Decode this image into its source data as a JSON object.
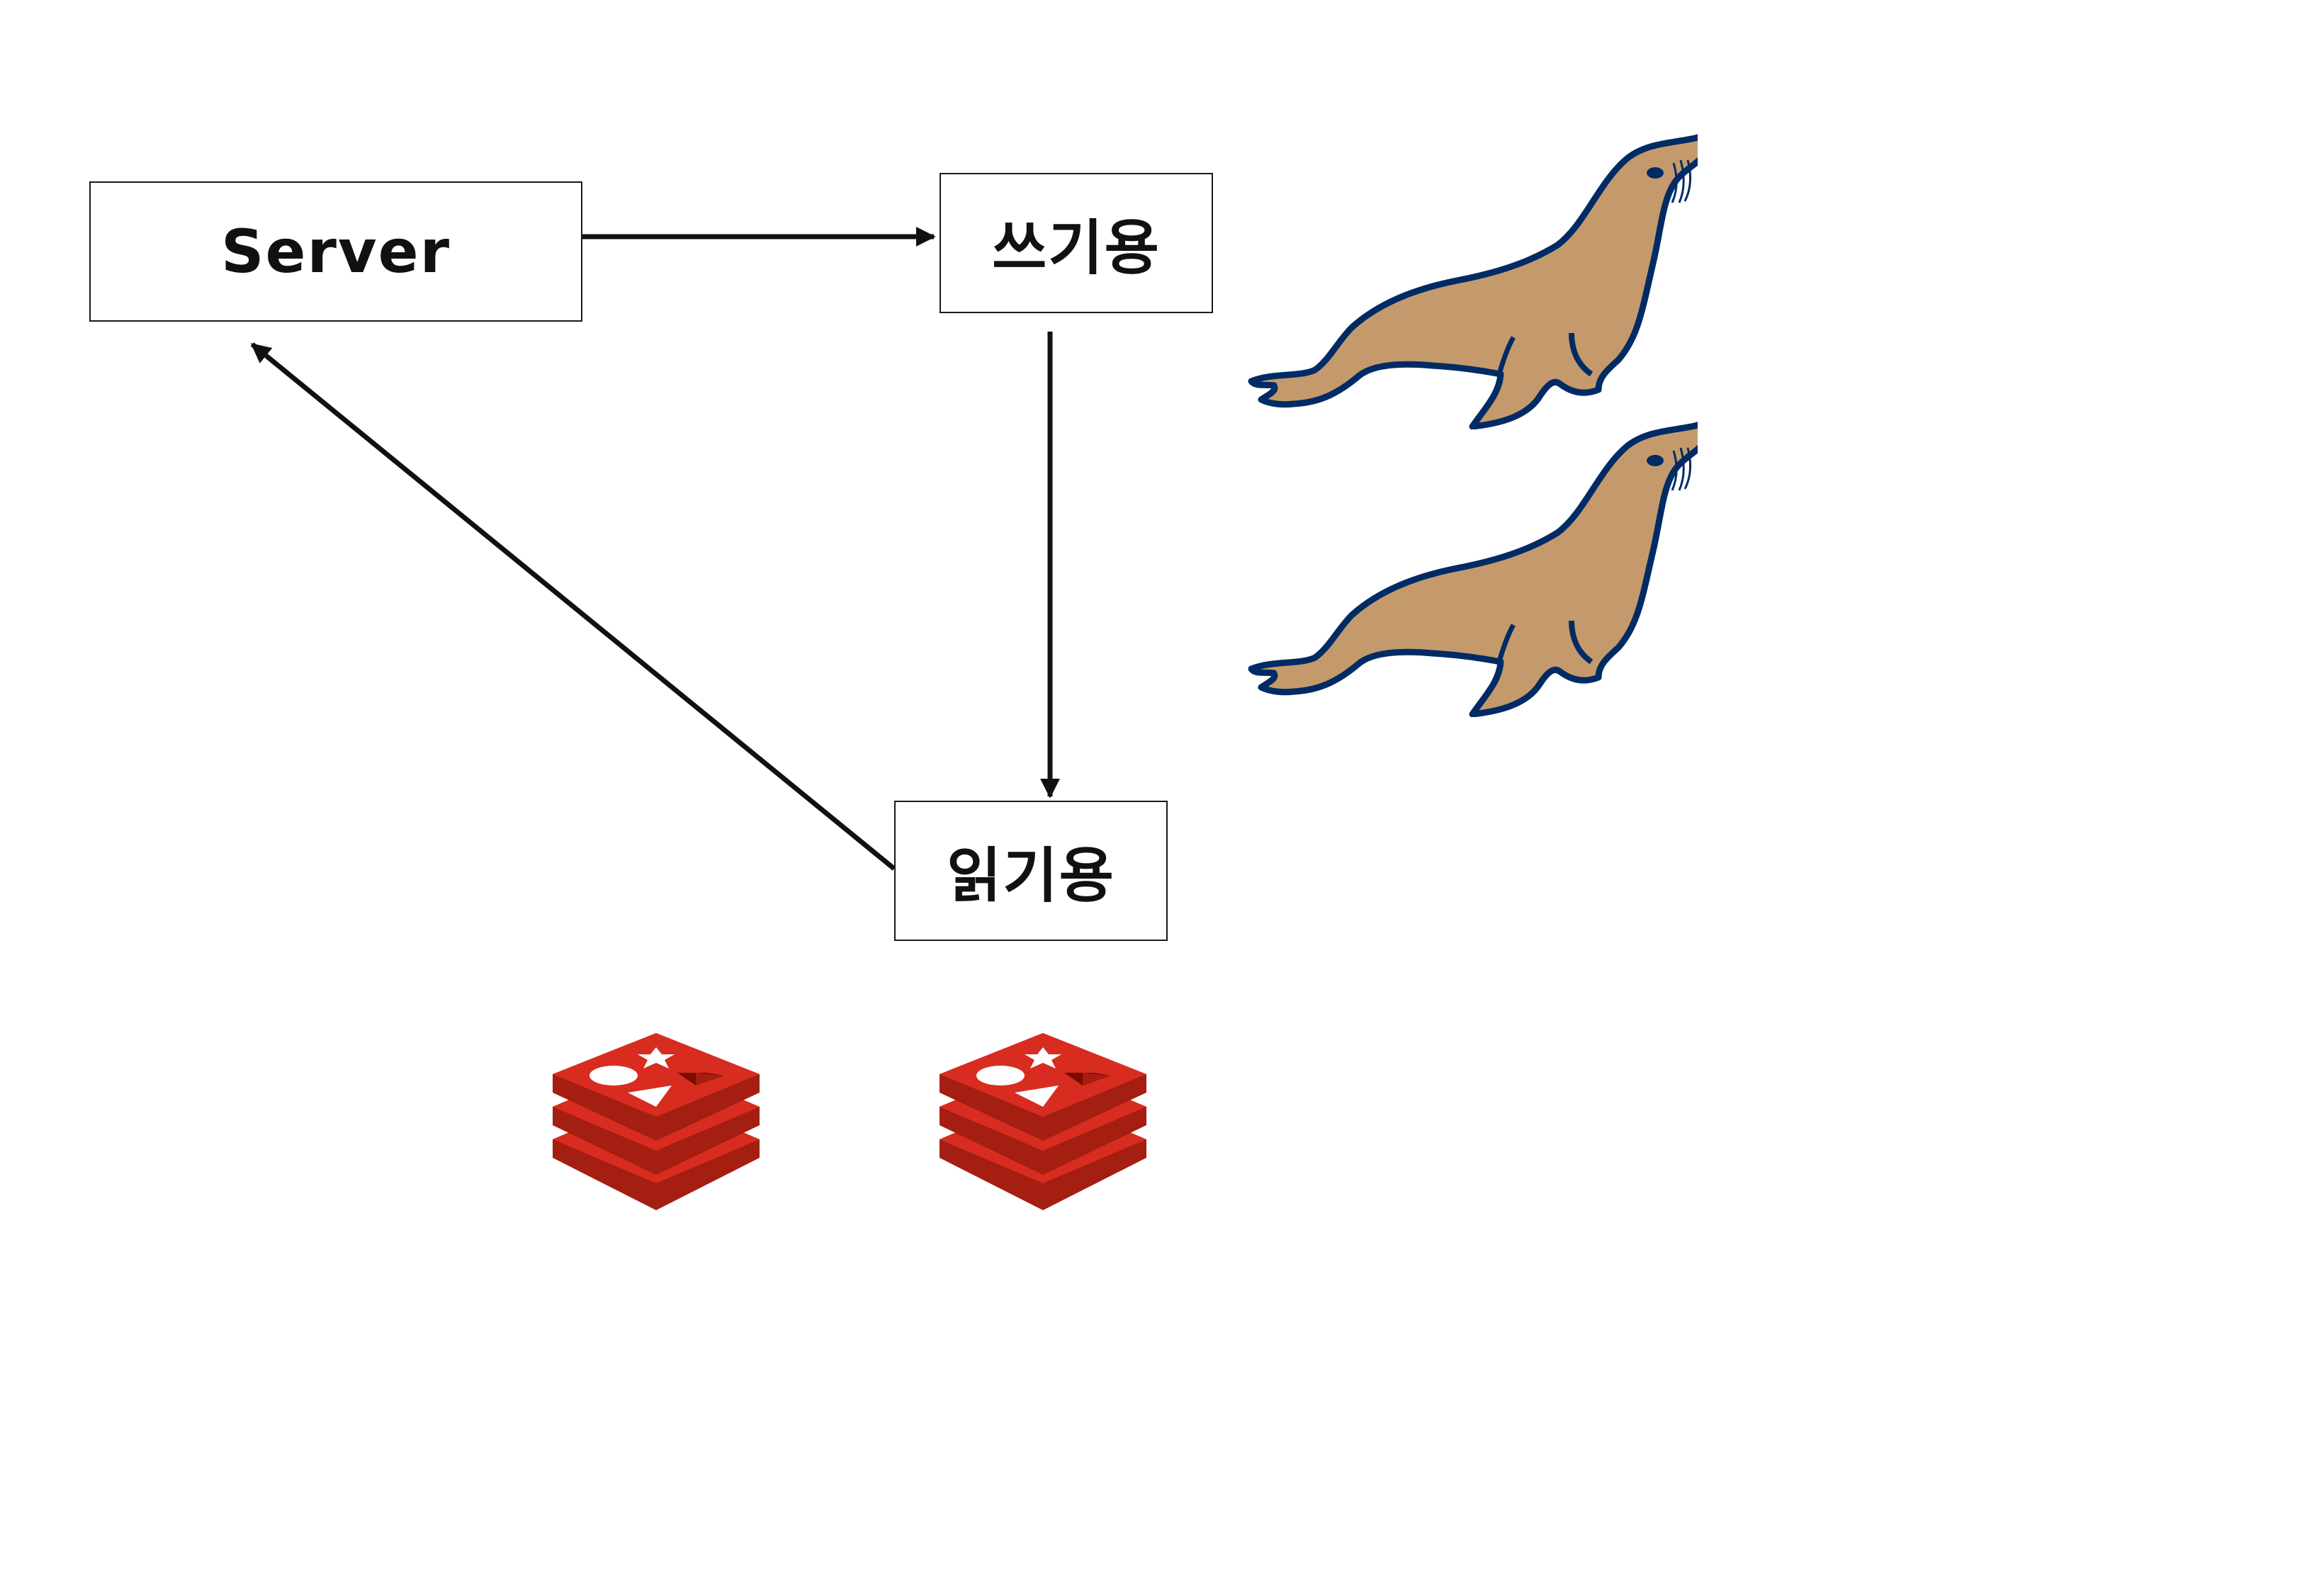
{
  "nodes": {
    "server": {
      "label": "Server"
    },
    "write": {
      "label": "쓰기용"
    },
    "read": {
      "label": "읽기용"
    }
  },
  "edges": [
    {
      "from": "server",
      "to": "write"
    },
    {
      "from": "write",
      "to": "read"
    },
    {
      "from": "read",
      "to": "server"
    }
  ],
  "logos": {
    "sea_lion": {
      "icon": "mariadb-sea-lion-icon",
      "count": 2,
      "fill": "#C49A6C",
      "stroke": "#002B64"
    },
    "redis": {
      "icon": "redis-stack-icon",
      "count": 2,
      "top": "#D82C20",
      "side": "#A41E11",
      "shadow": "#7A0C00"
    }
  },
  "colors": {
    "line": "#111111",
    "box_border": "#1a1a1a",
    "background": "#ffffff"
  }
}
